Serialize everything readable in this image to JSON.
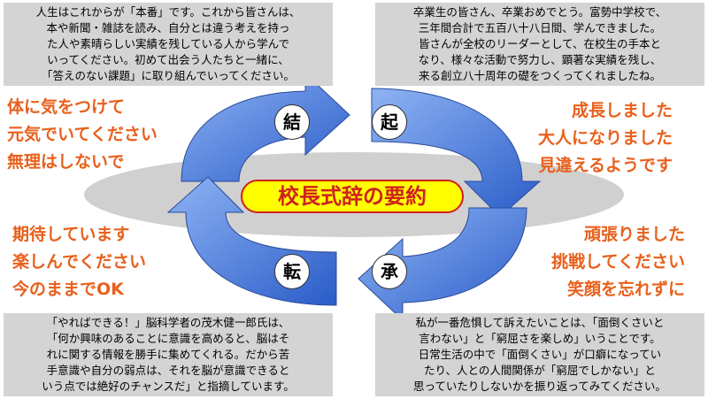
{
  "title": "校長式辞の要約",
  "circles": {
    "ketsu": "結",
    "ki": "起",
    "ten": "転",
    "sho": "承"
  },
  "boxes": {
    "top_left": [
      "人生はこれからが「本番」です。これから皆さんは、",
      "本や新聞・雑誌を読み、自分とは違う考えを持っ",
      "た人や素晴らしい実績を残している人から学んで",
      "いってください。初めて出会う人たちと一緒に、",
      "「答えのない課題」に取り組んでいってください。"
    ],
    "top_right": [
      "卒業生の皆さん、卒業おめでとう。富勢中学校で、",
      "三年間合計で五百八十八日間、学んできました。",
      "皆さんが全校のリーダーとして、在校生の手本と",
      "なり、様々な活動で努力し、顕著な実績を残し、",
      "来る創立八十周年の礎をつくってくれましたね。"
    ],
    "bottom_left": [
      "「やればできる！」脳科学者の茂木健一郎氏は、",
      "「何か興味のあることに意識を高めると、脳はそ",
      "れに関する情報を勝手に集めてくれる。だから苦",
      "手意識や自分の弱点は、それを脳が意識できると",
      "いう点では絶好のチャンスだ」と指摘しています。"
    ],
    "bottom_right": [
      "私が一番危惧して訴えたいことは、「面倒くさいと",
      "言わない」と「窮屈さを楽しめ」いうことです。",
      "日常生活の中で「面倒くさい」が口癖になってい",
      "たり、人との人間関係が「窮屈でしかない」と",
      "思っていたりしないかを振り返ってみてください。"
    ]
  },
  "messages": {
    "left_top": [
      "体に気をつけて",
      "元気でいてください",
      "無理はしないで"
    ],
    "right_top": [
      "成長しました",
      "大人になりました",
      "見違えるようです"
    ],
    "left_bottom": [
      "期待しています",
      "楽しんでください",
      "今のままでOK"
    ],
    "right_bottom": [
      "頑張りました",
      "挑戦してください",
      "笑顔を忘れずに"
    ]
  },
  "colors": {
    "arrow": "#4a7fe0",
    "accent": "#e8601c",
    "title_bg": "#ffff00",
    "title_text": "#d02020",
    "box_bg": "#d4d4d4"
  }
}
